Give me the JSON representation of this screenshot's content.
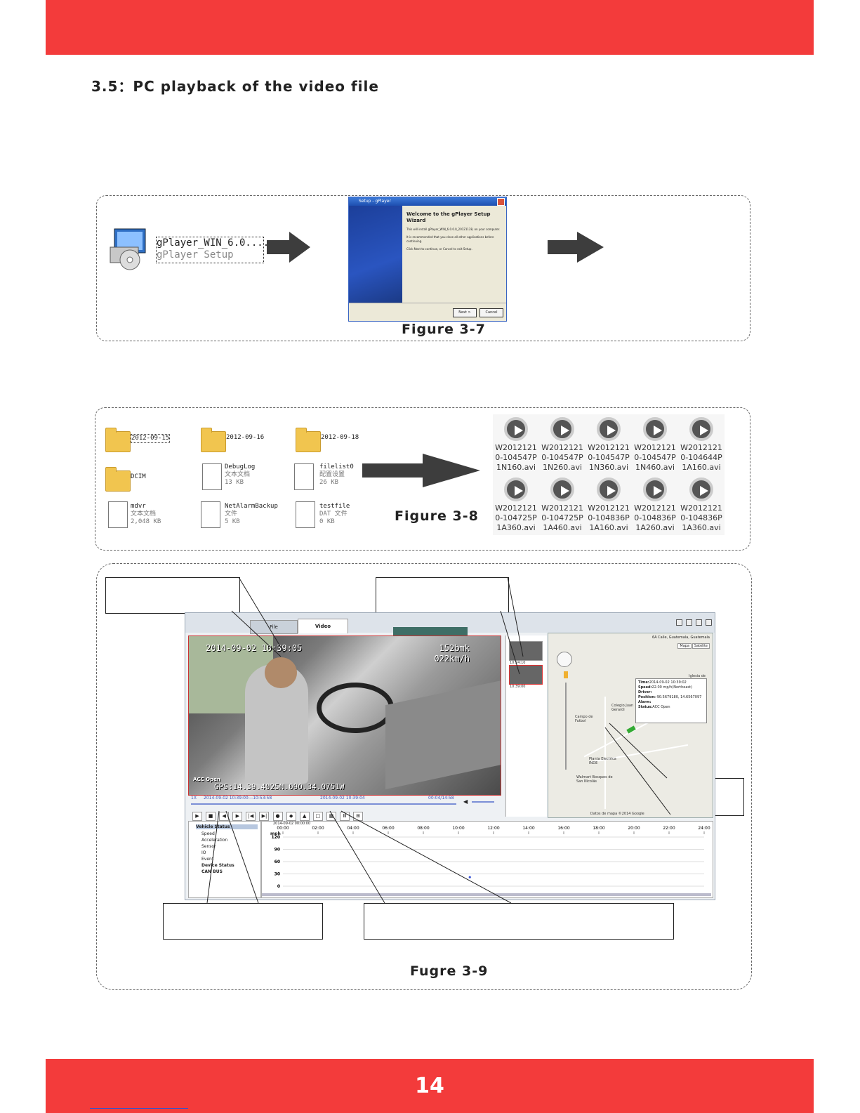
{
  "header": {
    "section_title": "3.5：PC playback of the video file"
  },
  "figure7": {
    "installer_name": "gPlayer_WIN_6.0....",
    "installer_desc": "gPlayer Setup",
    "wizard_title": "Setup - gPlayer",
    "wizard_heading": "Welcome to the gPlayer Setup Wizard",
    "wizard_p1": "This will install gPlayer_WIN_6.0.0.0_20121128, on your computer.",
    "wizard_p2": "It is recommended that you close all other applications before continuing.",
    "wizard_p3": "Click Next to continue, or Cancel to exit Setup.",
    "next_label": "Next >",
    "cancel_label": "Cancel",
    "caption": "Figure 3-7"
  },
  "figure8": {
    "caption": "Figure 3-8",
    "files": [
      {
        "name": "2012-09-15",
        "type": "",
        "size": ""
      },
      {
        "name": "2012-09-16",
        "type": "",
        "size": ""
      },
      {
        "name": "2012-09-18",
        "type": "",
        "size": ""
      },
      {
        "name": "DCIM",
        "type": "",
        "size": ""
      },
      {
        "name": "DebugLog",
        "type": "文本文档",
        "size": "13 KB"
      },
      {
        "name": "filelist0",
        "type": "配置设置",
        "size": "26 KB"
      },
      {
        "name": "mdvr",
        "type": "文本文档",
        "size": "2,048 KB"
      },
      {
        "name": "NetAlarmBackup",
        "type": "文件",
        "size": "5 KB"
      },
      {
        "name": "testfile",
        "type": "DAT 文件",
        "size": "0 KB"
      }
    ],
    "videos": [
      [
        "W2012121",
        "0-104547P",
        "1N160.avi"
      ],
      [
        "W2012121",
        "0-104547P",
        "1N260.avi"
      ],
      [
        "W2012121",
        "0-104547P",
        "1N360.avi"
      ],
      [
        "W2012121",
        "0-104547P",
        "1N460.avi"
      ],
      [
        "W2012121",
        "0-104644P",
        "1A160.avi"
      ],
      [
        "W2012121",
        "0-104725P",
        "1A360.avi"
      ],
      [
        "W2012121",
        "0-104725P",
        "1A460.avi"
      ],
      [
        "W2012121",
        "0-104836P",
        "1A160.avi"
      ],
      [
        "W2012121",
        "0-104836P",
        "1A260.avi"
      ],
      [
        "W2012121",
        "0-104836P",
        "1A360.avi"
      ]
    ]
  },
  "figure9": {
    "caption": "Fugre 3-9",
    "tab_file": "File",
    "tab_video": "Video",
    "osd_time": "2014-09-02 10:39:05",
    "osd_dist": "152bmk",
    "osd_speed": "022km/h",
    "osd_acc": "ACC Open",
    "osd_gps": "GPS:14.39.4025N.090.34.0751W",
    "progress_speed": "1X",
    "progress_range": "2014-09-02 10:39:00---10:53:58",
    "progress_current": "2014-09-02 10:39:04",
    "progress_elapsed": "00:04/14:58",
    "thumb1_time": "10:24:10",
    "thumb2_time": "10:39:00",
    "map_header": "6A Calle, Guatemala, Guatemala",
    "map_btn_map": "Mapa",
    "map_btn_sat": "Satélite",
    "popup": {
      "time_label": "Time:",
      "time": "2014-09-02 10:39:02",
      "speed_label": "Speed:",
      "speed": "22.00 mp/h(Northeast)",
      "driver_label": "Driver:",
      "position_label": "Position:",
      "position": "-90.5679180, 14.6567097",
      "alarm_label": "Alarm:",
      "status_label": "Status:",
      "status": "ACC Open"
    },
    "map_labels": [
      "Colegio Juan Gerardi",
      "Campo de Futbol",
      "Planta Electrica INDE",
      "Walmart Bosques de San Nicolás",
      "Iglesia de"
    ],
    "map_footer": "Datos de mapa ©2014 Google",
    "tree": [
      "Vehicle Status",
      "Speed",
      "Acceleration",
      "Sensor",
      "IO",
      "Event",
      "Device Status",
      "CAN BUS"
    ],
    "chart_date": "2014-09-02 00:00:00",
    "chart_unit": "mph",
    "hours": [
      "00:00",
      "02:00",
      "04:00",
      "06:00",
      "08:00",
      "10:00",
      "12:00",
      "14:00",
      "16:00",
      "18:00",
      "20:00",
      "22:00",
      "24:00"
    ],
    "y_ticks": [
      "120",
      "90",
      "60",
      "30",
      "0"
    ]
  },
  "chart_data": {
    "type": "scatter",
    "xlabel": "",
    "ylabel": "mph",
    "ylim": [
      0,
      120
    ],
    "x": [
      "10:39"
    ],
    "values": [
      22
    ]
  },
  "footer": {
    "page_number": "14"
  }
}
